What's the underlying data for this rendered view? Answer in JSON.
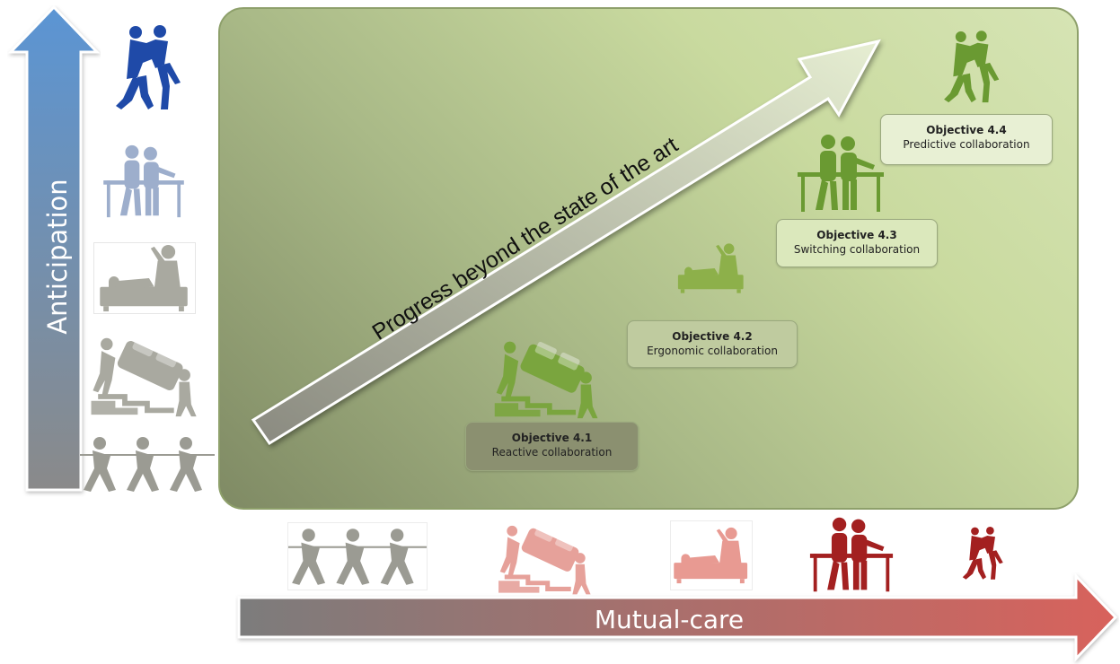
{
  "diagram": {
    "progress_arrow_label": "Progress beyond the state of the art",
    "vertical_axis_label": "Anticipation",
    "horizontal_axis_label": "Mutual-care",
    "objectives": [
      {
        "title": "Objective 4.1",
        "subtitle": "Reactive collaboration"
      },
      {
        "title": "Objective 4.2",
        "subtitle": "Ergonomic collaboration"
      },
      {
        "title": "Objective 4.3",
        "subtitle": "Switching collaboration"
      },
      {
        "title": "Objective 4.4",
        "subtitle": "Predictive collaboration"
      }
    ],
    "icons": {
      "left_column": [
        "dancing-couple-icon",
        "rehab-assist-icon",
        "patient-bed-icon",
        "sofa-carry-icon",
        "tug-of-war-icon"
      ],
      "bottom_row": [
        "tug-of-war-icon",
        "sofa-carry-icon",
        "patient-bed-icon",
        "rehab-assist-icon",
        "dancing-couple-icon"
      ],
      "panel": [
        "sofa-carry-icon",
        "patient-bed-icon",
        "rehab-assist-icon",
        "dancing-couple-icon"
      ]
    },
    "colors": {
      "vertical_arrow_top": "#5b95d4",
      "vertical_arrow_bottom": "#8a8a8a",
      "horizontal_arrow_left": "#7c7c7c",
      "horizontal_arrow_right": "#d8625c",
      "panel_green": "#c9da9f",
      "icon_green": "#6a9a32",
      "icon_blue": "#1f4aa8",
      "icon_red": "#a32020",
      "icon_grey": "#9b9b93"
    }
  }
}
